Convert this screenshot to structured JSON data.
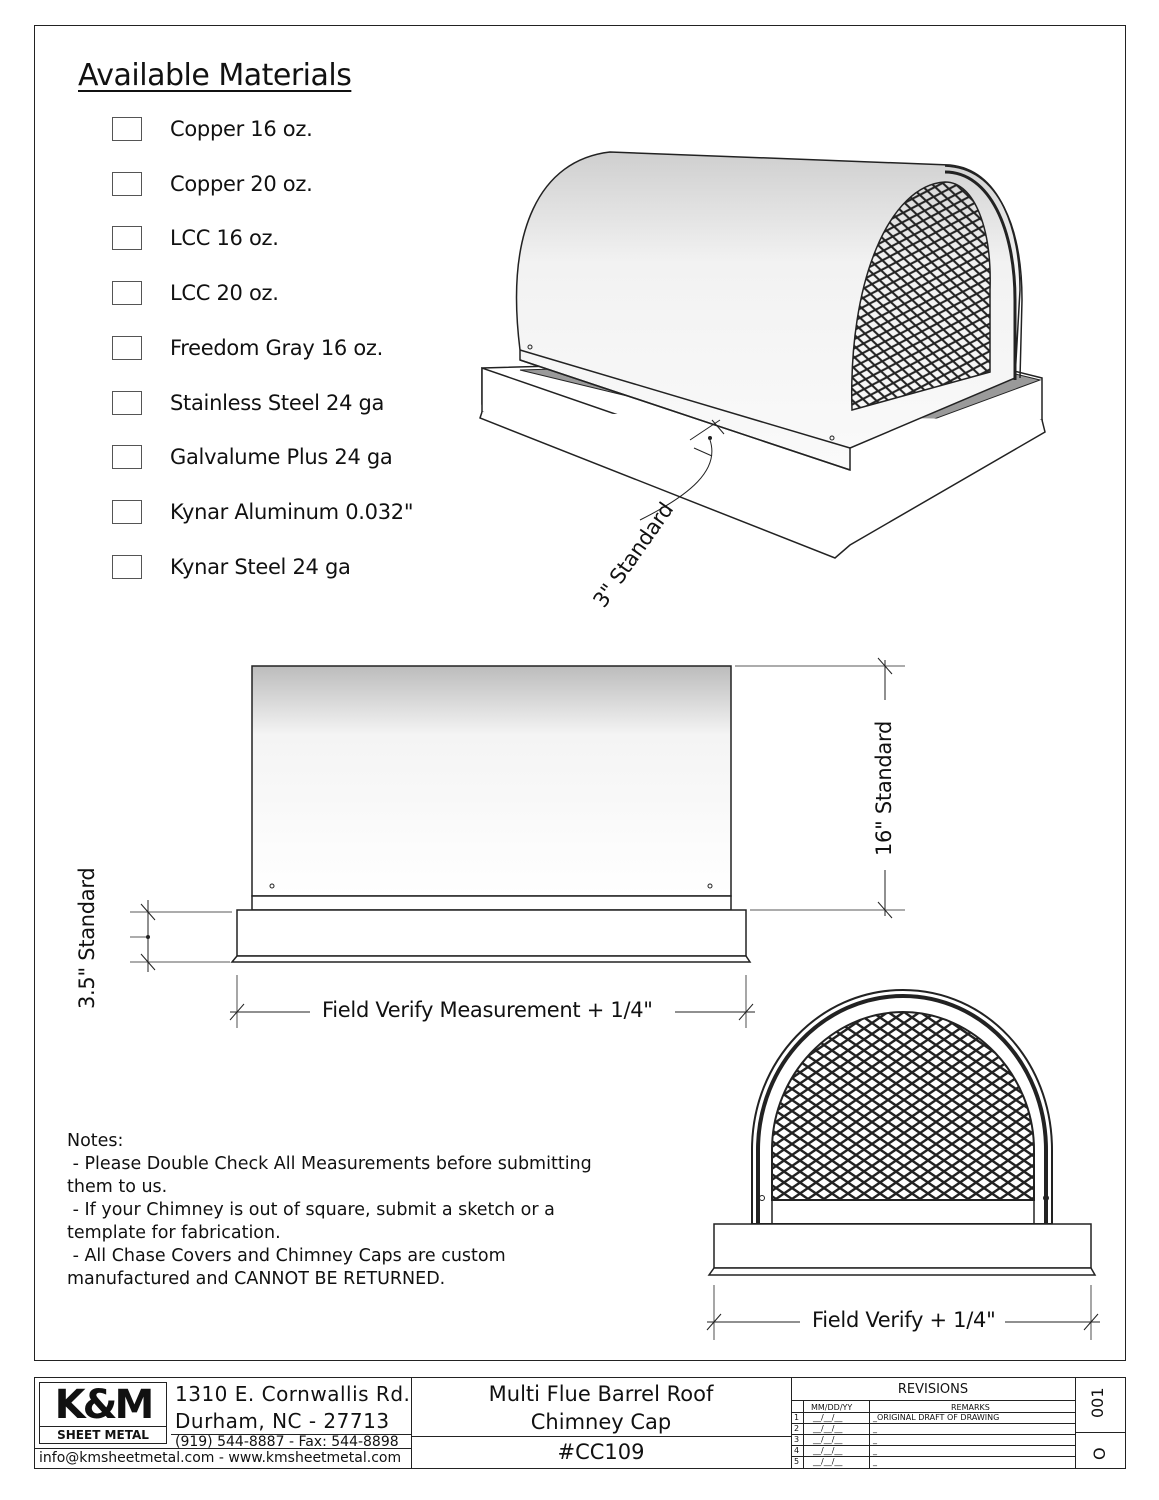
{
  "materials": {
    "title": "Available Materials",
    "items": [
      "Copper 16 oz.",
      "Copper 20 oz.",
      "LCC 16 oz.",
      "LCC 20 oz.",
      "Freedom Gray 16 oz.",
      "Stainless Steel 24 ga",
      "Galvalume Plus 24 ga",
      "Kynar Aluminum 0.032\"",
      "Kynar Steel 24 ga"
    ]
  },
  "dimensions": {
    "flange": "3\" Standard",
    "height": "16\" Standard",
    "skirt": "3.5\" Standard",
    "width": "Field Verify Measurement + 1/4\"",
    "end_width": "Field Verify + 1/4\""
  },
  "notes": {
    "heading": "Notes:",
    "lines": [
      " - Please Double Check All Measurements before submitting",
      "them to us.",
      " - If your Chimney is out of square, submit a sketch or a",
      "template for fabrication.",
      " - All Chase Covers and Chimney Caps are custom",
      "manufactured and CANNOT BE RETURNED."
    ]
  },
  "title_block": {
    "logo_text": "K&M",
    "logo_sub": "SHEET METAL",
    "address_line1": "1310 E. Cornwallis Rd.",
    "address_line2": "Durham, NC - 27713",
    "phone": "(919) 544-8887 - Fax: 544-8898",
    "web": "info@kmsheetmetal.com - www.kmsheetmetal.com",
    "project_line1": "Multi Flue Barrel Roof",
    "project_line2": "Chimney Cap",
    "project_number": "#CC109",
    "revisions": {
      "title": "REVISIONS",
      "col_date": "MM/DD/YY",
      "col_remarks": "REMARKS",
      "rows": [
        {
          "num": "1",
          "date": "__/__/__",
          "remark": "_ORIGINAL DRAFT OF DRAWING"
        },
        {
          "num": "2",
          "date": "__/__/__",
          "remark": "_"
        },
        {
          "num": "3",
          "date": "__/__/__",
          "remark": "_"
        },
        {
          "num": "4",
          "date": "__/__/__",
          "remark": "_"
        },
        {
          "num": "5",
          "date": "__/__/__",
          "remark": "_"
        }
      ]
    },
    "sheet": "001",
    "rev_letter": "O"
  }
}
